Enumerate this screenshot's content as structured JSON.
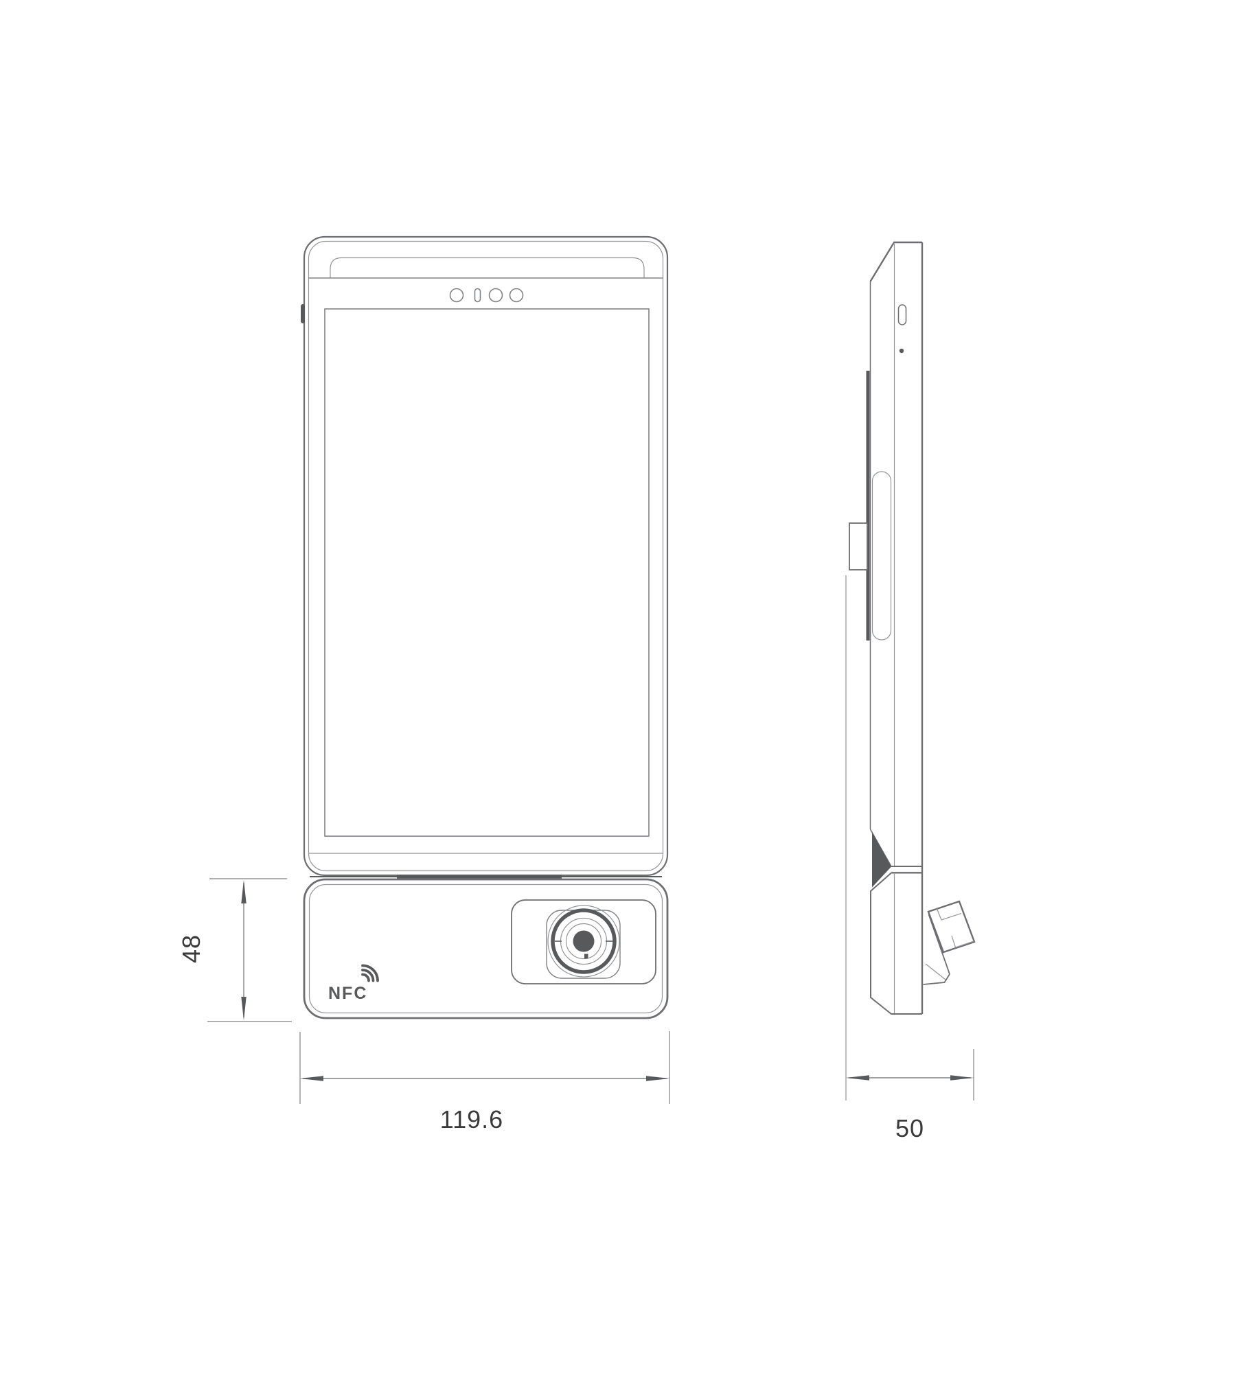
{
  "page": {
    "background": "#ffffff",
    "kind": "technical-dimension-drawing",
    "subject": "handheld POS terminal, front and side orthographic views"
  },
  "colors": {
    "outline_gray": "#6d6e71",
    "thin_line_gray": "#939598",
    "medium_line_gray": "#808285",
    "dark_fill_gray": "#58595b",
    "dimension_text": "#3a3a3a"
  },
  "labels": {
    "nfc": "NFC"
  },
  "dimensions": {
    "module_height": {
      "value": "48"
    },
    "device_width": {
      "value": "119.6"
    },
    "device_depth": {
      "value": "50"
    }
  }
}
